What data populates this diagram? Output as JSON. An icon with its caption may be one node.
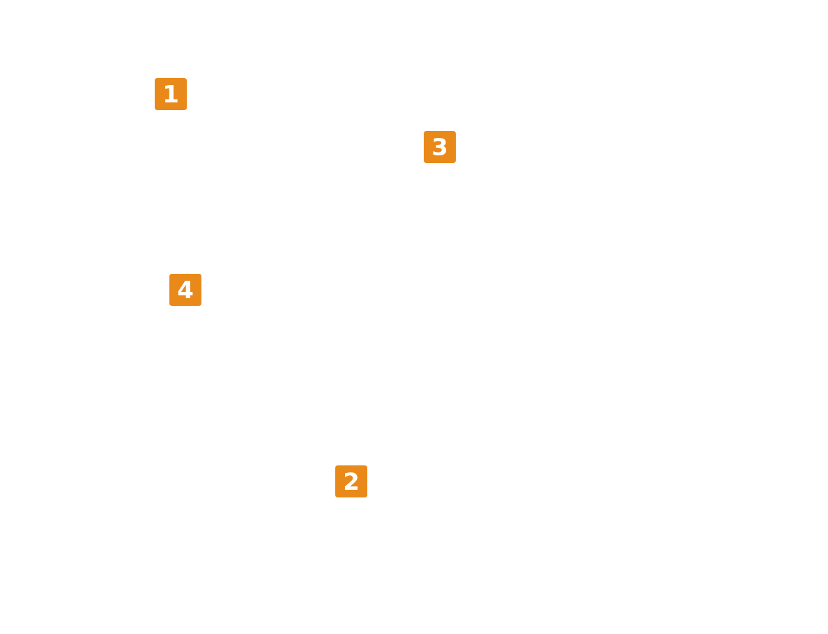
{
  "diagram": {
    "nodes": [
      {
        "text": [
          "1"
        ]
      },
      {
        "text": [
          "3"
        ]
      },
      {
        "text": [
          "4"
        ]
      },
      {
        "text": [
          "2"
        ]
      }
    ]
  }
}
